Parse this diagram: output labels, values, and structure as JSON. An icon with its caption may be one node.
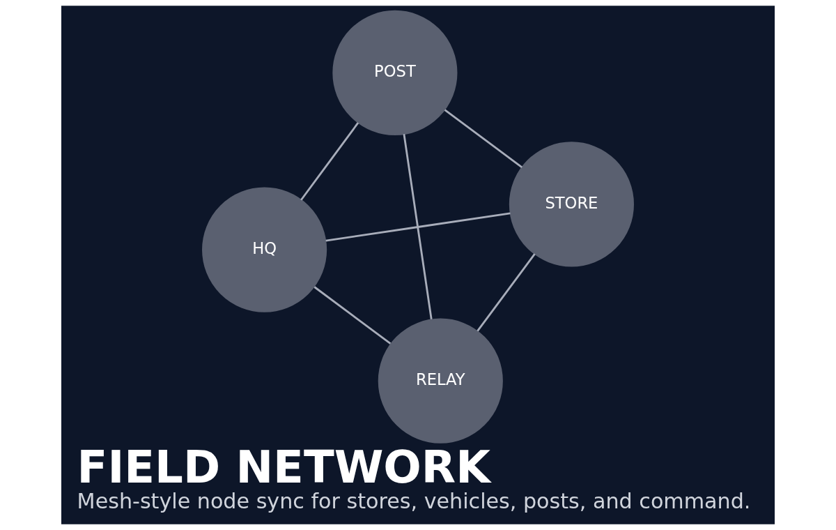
{
  "diagram": {
    "title": "FIELD NETWORK",
    "caption": "Mesh-style node sync for stores, vehicles, posts, and command.",
    "nodes": [
      {
        "text": [
          "HQ"
        ]
      },
      {
        "text": [
          "STORE"
        ]
      },
      {
        "text": [
          "RELAY"
        ]
      },
      {
        "text": [
          "POST"
        ]
      }
    ],
    "edges": [
      {
        "from": 0,
        "to": 1,
        "arrow": "none"
      },
      {
        "from": 0,
        "to": 2,
        "arrow": "none"
      },
      {
        "from": 0,
        "to": 3,
        "arrow": "none"
      },
      {
        "from": 1,
        "to": 2,
        "arrow": "none"
      },
      {
        "from": 1,
        "to": 3,
        "arrow": "none"
      },
      {
        "from": 3,
        "to": 2,
        "arrow": "none"
      }
    ]
  }
}
